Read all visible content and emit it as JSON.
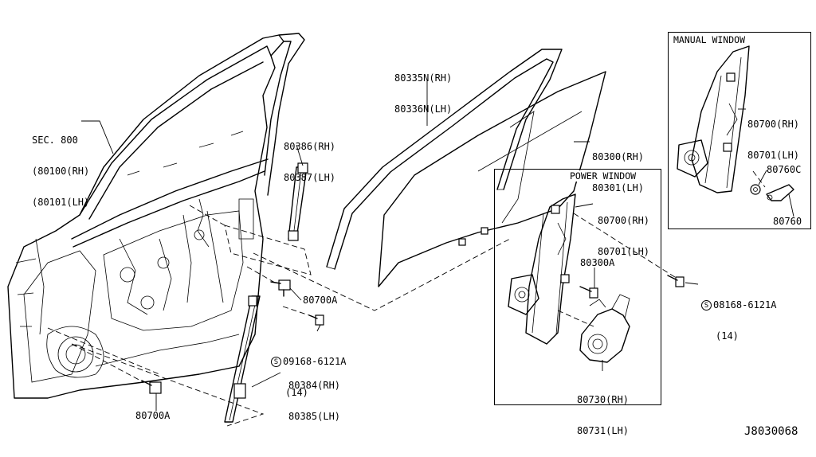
{
  "frames": {
    "manual_window_title": "MANUAL WINDOW",
    "power_window_title": "POWER WINDOW"
  },
  "labels": {
    "sec800": {
      "line1": "SEC. 800",
      "line2": "(80100(RH)",
      "line3": "(80101(LH)"
    },
    "seal_80335": {
      "line1": "80335N(RH)",
      "line2": "80336N(LH)"
    },
    "glass_80300": {
      "line1": "80300(RH)",
      "line2": "80301(LH)"
    },
    "run_80386": {
      "line1": "80386(RH)",
      "line2": "80387(LH)"
    },
    "clip_80700a_mid": "80700A",
    "screw_mid": {
      "symbol": "S",
      "line1": "09168-6121A",
      "line2": "(14)"
    },
    "run_80384": {
      "line1": "80384(RH)",
      "line2": "80385(LH)"
    },
    "clip_80700a_bottom": "80700A",
    "regulator_power": {
      "line1": "80700(RH)",
      "line2": "80701(LH)"
    },
    "clip_80300a": "80300A",
    "motor_80730": {
      "line1": "80730(RH)",
      "line2": "80731(LH)"
    },
    "screw_right": {
      "symbol": "S",
      "line1": "08168-6121A",
      "line2": "(14)"
    },
    "regulator_manual": {
      "line1": "80700(RH)",
      "line2": "80701(LH)"
    },
    "washer_80760c": "80760C",
    "handle_80760": "80760",
    "diagram_code": "J8030068"
  }
}
